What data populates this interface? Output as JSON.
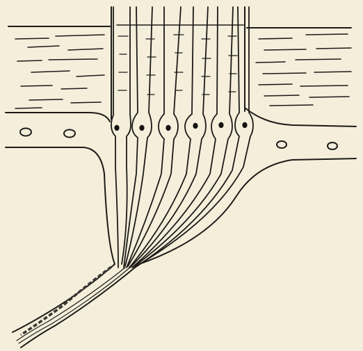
{
  "figure": {
    "background_color": "#f4eedb",
    "ink_color": "#1c1a17",
    "nucleus_color": "#141210",
    "bundle_color": "#3a3632",
    "cell_count": 6,
    "components": [
      "epithelium-layer",
      "receptor-cells",
      "connective-tissue",
      "nerve-fibers",
      "nerve-bundle"
    ]
  }
}
